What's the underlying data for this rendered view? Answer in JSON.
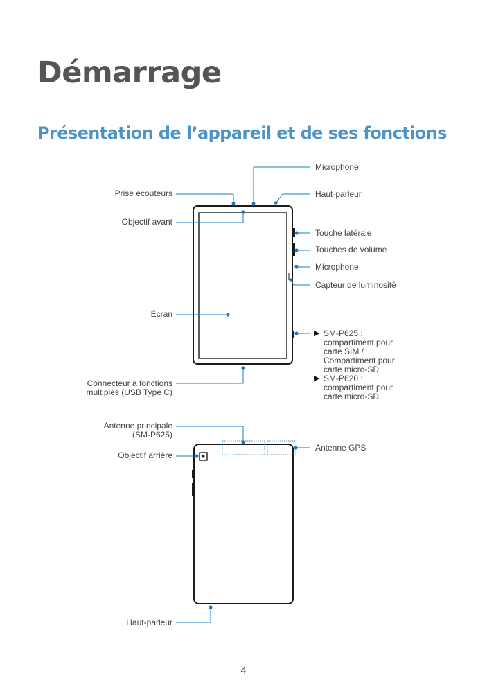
{
  "title": "Démarrage",
  "section_title": "Présentation de l’appareil et de ses fonctions",
  "front_labels_left": {
    "headphone_jack": "Prise écouteurs",
    "front_camera": "Objectif avant",
    "screen": "Écran",
    "multipurpose_jack": [
      "Connecteur à fonctions",
      "multiples (USB Type C)"
    ]
  },
  "front_labels_right": {
    "microphone_top": "Microphone",
    "speaker_top": "Haut-parleur",
    "side_key": "Touche latérale",
    "volume_keys": "Touches de volume",
    "microphone_side": "Microphone",
    "light_sensor": "Capteur de luminosité"
  },
  "tray_notes": [
    [
      "SM-P625 :",
      "compartiment pour",
      "carte SIM /",
      "Compartiment pour",
      "carte micro-SD"
    ],
    [
      "SM-P620 :",
      "compartiment pour",
      "carte micro-SD"
    ]
  ],
  "back_labels": {
    "main_antenna": [
      "Antenne principale",
      "(SM-P625)"
    ],
    "rear_camera": "Objectif arrière",
    "gps_antenna": "Antenne GPS",
    "speaker_bottom": "Haut-parleur"
  },
  "bullet_glyph": "▶",
  "page_number": "4",
  "colors": {
    "accent": "#4e93c6",
    "callout_line": "#1b7bbd",
    "title": "#555555"
  }
}
